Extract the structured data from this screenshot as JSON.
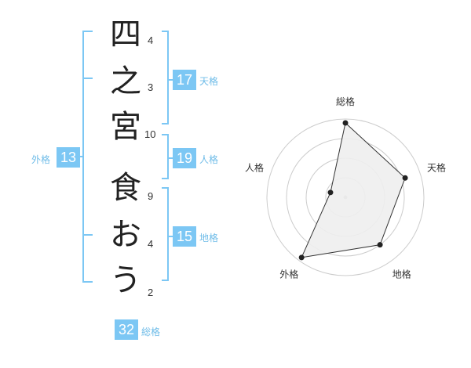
{
  "colors": {
    "bracket": "#7cc7f4",
    "badge": "#7cc7f4",
    "label": "#6fbce8",
    "radar_fill": "#eeeeee",
    "radar_line": "#333333"
  },
  "name_chars": [
    {
      "char": "四",
      "strokes": "4"
    },
    {
      "char": "之",
      "strokes": "3"
    },
    {
      "char": "宮",
      "strokes": "10"
    },
    {
      "char": "食",
      "strokes": "9"
    },
    {
      "char": "お",
      "strokes": "4"
    },
    {
      "char": "う",
      "strokes": "2"
    }
  ],
  "fortune": {
    "tenkaku": {
      "value": "17",
      "label": "天格"
    },
    "jinkaku": {
      "value": "19",
      "label": "人格"
    },
    "chikaku": {
      "value": "15",
      "label": "地格"
    },
    "gaikaku": {
      "value": "13",
      "label": "外格"
    },
    "soukaku": {
      "value": "32",
      "label": "総格"
    }
  },
  "chart_data": {
    "type": "radar",
    "axes": [
      "総格",
      "天格",
      "地格",
      "外格",
      "人格"
    ],
    "values": [
      0.95,
      0.8,
      0.75,
      0.95,
      0.2
    ],
    "max": 1,
    "rings": 4
  }
}
